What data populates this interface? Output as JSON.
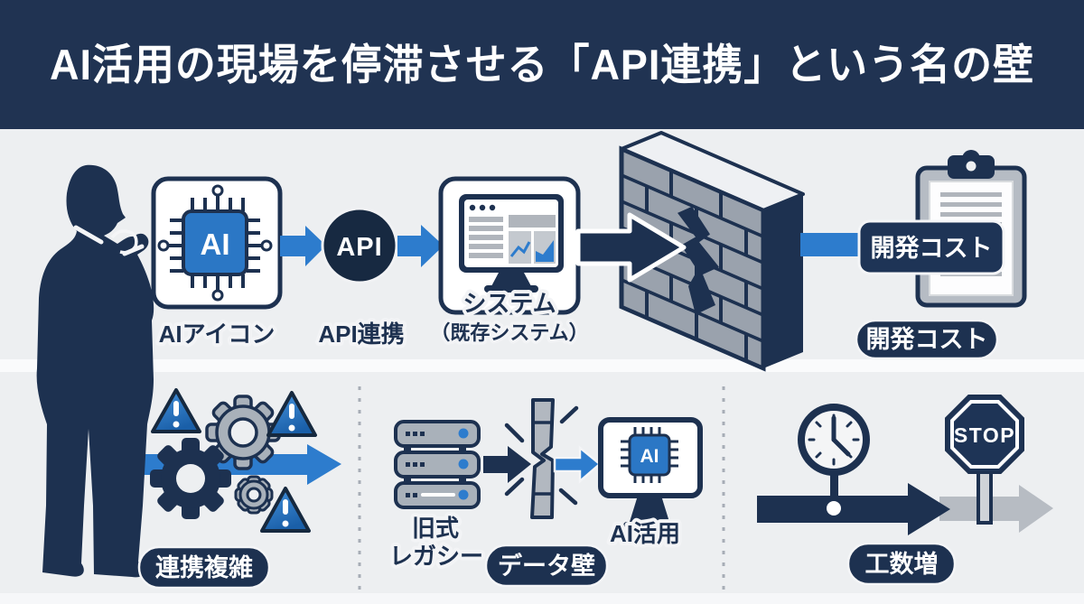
{
  "title": "AI活用の現場を停滞させる「API連携」という名の壁",
  "colors": {
    "header_bg": "#203352",
    "navy": "#1d3150",
    "accent_blue": "#2d7ccd",
    "chip_blue": "#2b77c5",
    "icon_gray": "#a9b1ba",
    "background": "#edeff1",
    "warning_blue_top": "#4593dd",
    "warning_blue_bottom": "#1a5fa8"
  },
  "top_flow": {
    "ai_chip": {
      "chip_label": "AI",
      "caption": "AIアイコン"
    },
    "api_badge": {
      "label": "API",
      "caption": "API連携"
    },
    "system": {
      "caption": "システム",
      "sub_caption": "（既存システム）"
    },
    "dev_cost": {
      "tag": "開発コスト",
      "pill": "開発コスト"
    }
  },
  "bottom_flow": {
    "complexity": {
      "pill": "連携複雑"
    },
    "legacy": {
      "caption_line1": "旧式",
      "caption_line2": "レガシー",
      "pill": "データ壁"
    },
    "ai_usage": {
      "chip_label": "AI",
      "caption": "AI活用"
    },
    "delay": {
      "stop_sign": "STOP",
      "pill": "工数増"
    }
  }
}
